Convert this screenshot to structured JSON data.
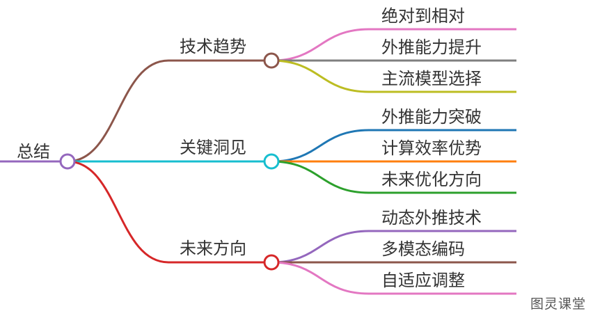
{
  "root": {
    "label": "总结",
    "color": "#9467bd"
  },
  "branches": [
    {
      "label": "技术趋势",
      "color": "#8c564b",
      "children": [
        {
          "label": "绝对到相对",
          "color": "#e377c2"
        },
        {
          "label": "外推能力提升",
          "color": "#7f7f7f"
        },
        {
          "label": "主流模型选择",
          "color": "#bcbd22"
        }
      ]
    },
    {
      "label": "关键洞见",
      "color": "#17becf",
      "children": [
        {
          "label": "外推能力突破",
          "color": "#1f77b4"
        },
        {
          "label": "计算效率优势",
          "color": "#ff7f0e"
        },
        {
          "label": "未来优化方向",
          "color": "#2ca02c"
        }
      ]
    },
    {
      "label": "未来方向",
      "color": "#d62728",
      "children": [
        {
          "label": "动态外推技术",
          "color": "#9467bd"
        },
        {
          "label": "多模态编码",
          "color": "#8c564b"
        },
        {
          "label": "自适应调整",
          "color": "#e377c2"
        }
      ]
    }
  ],
  "watermark": "图灵课堂"
}
